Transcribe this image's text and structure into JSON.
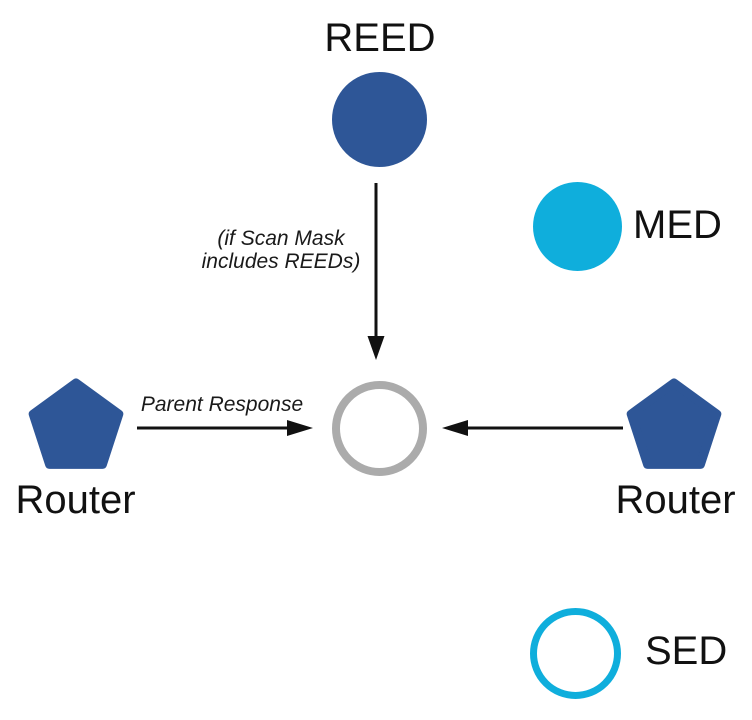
{
  "diagram": {
    "type": "network-topology-diagram",
    "nodes": {
      "reed": {
        "label": "REED",
        "shape": "circle",
        "style": "filled",
        "color": "#2E5697"
      },
      "med": {
        "label": "MED",
        "shape": "circle",
        "style": "filled",
        "color": "#0FAEDC"
      },
      "center": {
        "label": "",
        "shape": "circle",
        "style": "outline",
        "color": "#ABABAB"
      },
      "router_left": {
        "label": "Router",
        "shape": "pentagon",
        "style": "filled",
        "color": "#2E5697"
      },
      "router_right": {
        "label": "Router",
        "shape": "pentagon",
        "style": "filled",
        "color": "#2E5697"
      },
      "sed": {
        "label": "SED",
        "shape": "circle",
        "style": "outline",
        "color": "#0FAEDC"
      }
    },
    "edges": [
      {
        "from": "REED",
        "to": "center",
        "label": "(if Scan Mask includes REEDs)",
        "direction": "down"
      },
      {
        "from": "Router (left)",
        "to": "center",
        "label": "Parent Response",
        "direction": "right"
      },
      {
        "from": "Router (right)",
        "to": "center",
        "label": "",
        "direction": "left"
      }
    ],
    "annotations": {
      "if_scan_mask_line1": "(if Scan Mask",
      "if_scan_mask_line2": "includes REEDs)",
      "parent_response": "Parent Response"
    },
    "colors": {
      "node_blue": "#2E5697",
      "node_cyan": "#0FAEDC",
      "center_gray": "#ABABAB",
      "arrow_black": "#111111",
      "background": "#FFFFFF"
    }
  }
}
